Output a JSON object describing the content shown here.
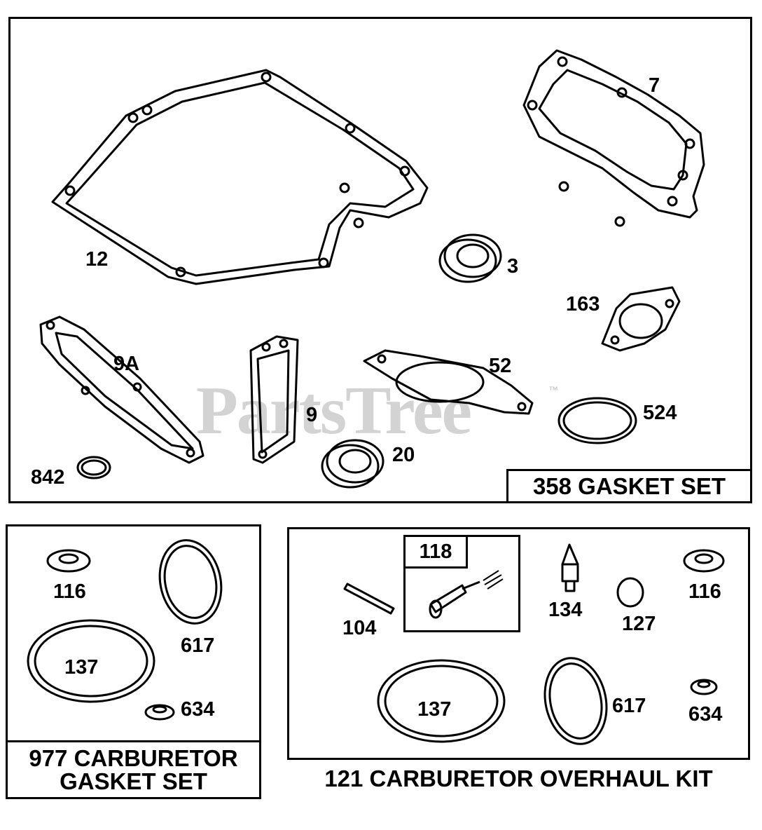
{
  "watermark": "PartsTree",
  "watermark_tm": "™",
  "sections": {
    "gasket_set": {
      "caption": "358 GASKET SET",
      "labels": {
        "p12": "12",
        "p7": "7",
        "p3": "3",
        "p163": "163",
        "p9a": "9A",
        "p52": "52",
        "p9": "9",
        "p524": "524",
        "p20": "20",
        "p842": "842"
      }
    },
    "carb_gasket_set": {
      "caption_line1": "977 CARBURETOR",
      "caption_line2": "GASKET SET",
      "labels": {
        "p116": "116",
        "p617": "617",
        "p137": "137",
        "p634": "634"
      }
    },
    "overhaul_kit": {
      "caption": "121 CARBURETOR OVERHAUL KIT",
      "labels": {
        "p118": "118",
        "p104": "104",
        "p134": "134",
        "p127": "127",
        "p116": "116",
        "p137": "137",
        "p617": "617",
        "p634": "634"
      }
    }
  }
}
